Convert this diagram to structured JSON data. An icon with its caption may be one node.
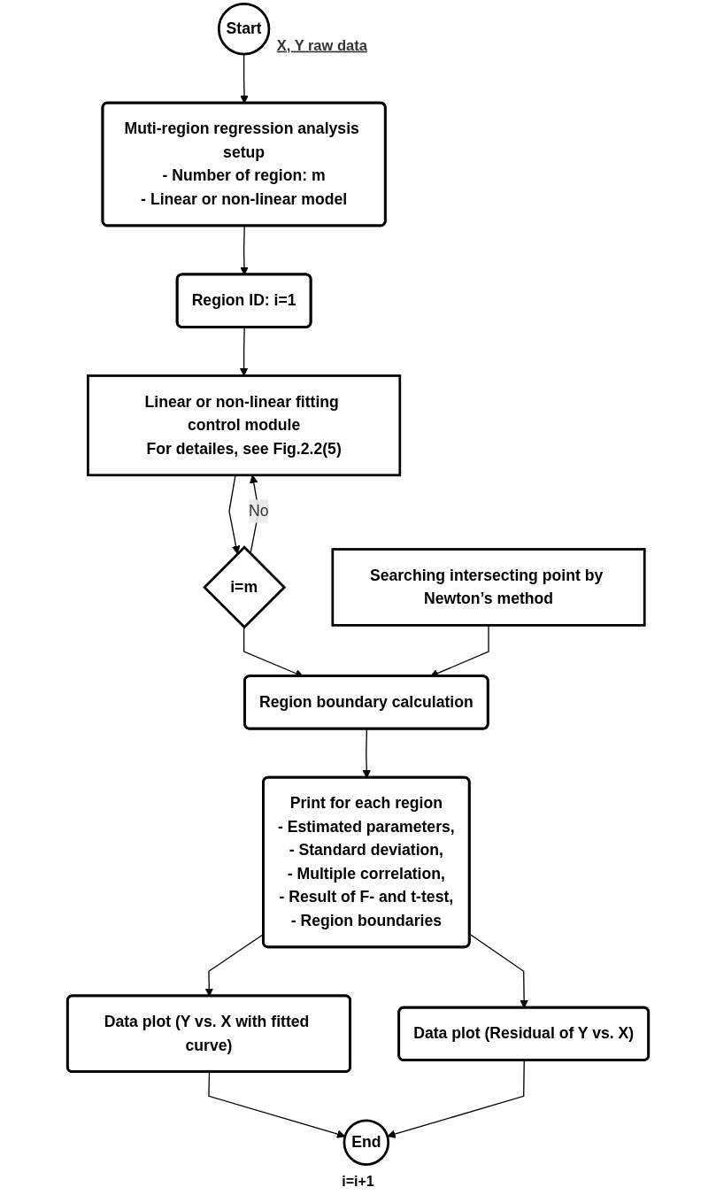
{
  "diagram": {
    "nodes": [
      {
        "text": [
          "Start"
        ],
        "beside": [
          "X, Y raw data"
        ]
      },
      {
        "text": [
          "Muti-region regression analysis setup",
          "- Number of region: m",
          "- Linear or non-linear model"
        ]
      },
      {
        "text": [
          "Region ID: i=1"
        ]
      },
      {
        "text": [
          "Linear or non-linear fitting control module",
          "For detailes, see Fig.2.2(5)"
        ]
      },
      {
        "text": [
          "i=m"
        ]
      },
      {
        "text": [
          "Region boundary calculation"
        ]
      },
      {
        "text": [
          "Searching intersecting point by Newton’s method"
        ]
      },
      {
        "text": [
          "Print for each region",
          "- Estimated parameters,",
          "- Standard deviation,",
          "- Multiple correlation,",
          "- Result of F- and t-test,",
          "- Region boundaries"
        ]
      },
      {
        "text": [
          "Data plot (Y vs. X with fitted curve)"
        ]
      },
      {
        "text": [
          "Data plot (Residual of Y vs. X)"
        ]
      },
      {
        "text": [
          "End"
        ]
      }
    ],
    "edges": [
      {
        "from": 0,
        "to": 1,
        "arrow": "to"
      },
      {
        "from": 1,
        "to": 2,
        "arrow": "to"
      },
      {
        "from": 2,
        "to": 3,
        "arrow": "to"
      },
      {
        "from": 3,
        "to": 4,
        "arrow": "to"
      },
      {
        "from": 4,
        "to": 3,
        "arrow": "to",
        "label": "No"
      },
      {
        "from": 4,
        "to": 5,
        "arrow": "to"
      },
      {
        "from": 6,
        "to": 5,
        "arrow": "to"
      },
      {
        "from": 5,
        "to": 7,
        "arrow": "to"
      },
      {
        "from": 7,
        "to": 8,
        "arrow": "to"
      },
      {
        "from": 7,
        "to": 9,
        "arrow": "to"
      },
      {
        "from": 8,
        "to": 10,
        "arrow": "to"
      },
      {
        "from": 9,
        "to": 10,
        "arrow": "to"
      }
    ],
    "labels": [
      "i=i+1"
    ]
  }
}
